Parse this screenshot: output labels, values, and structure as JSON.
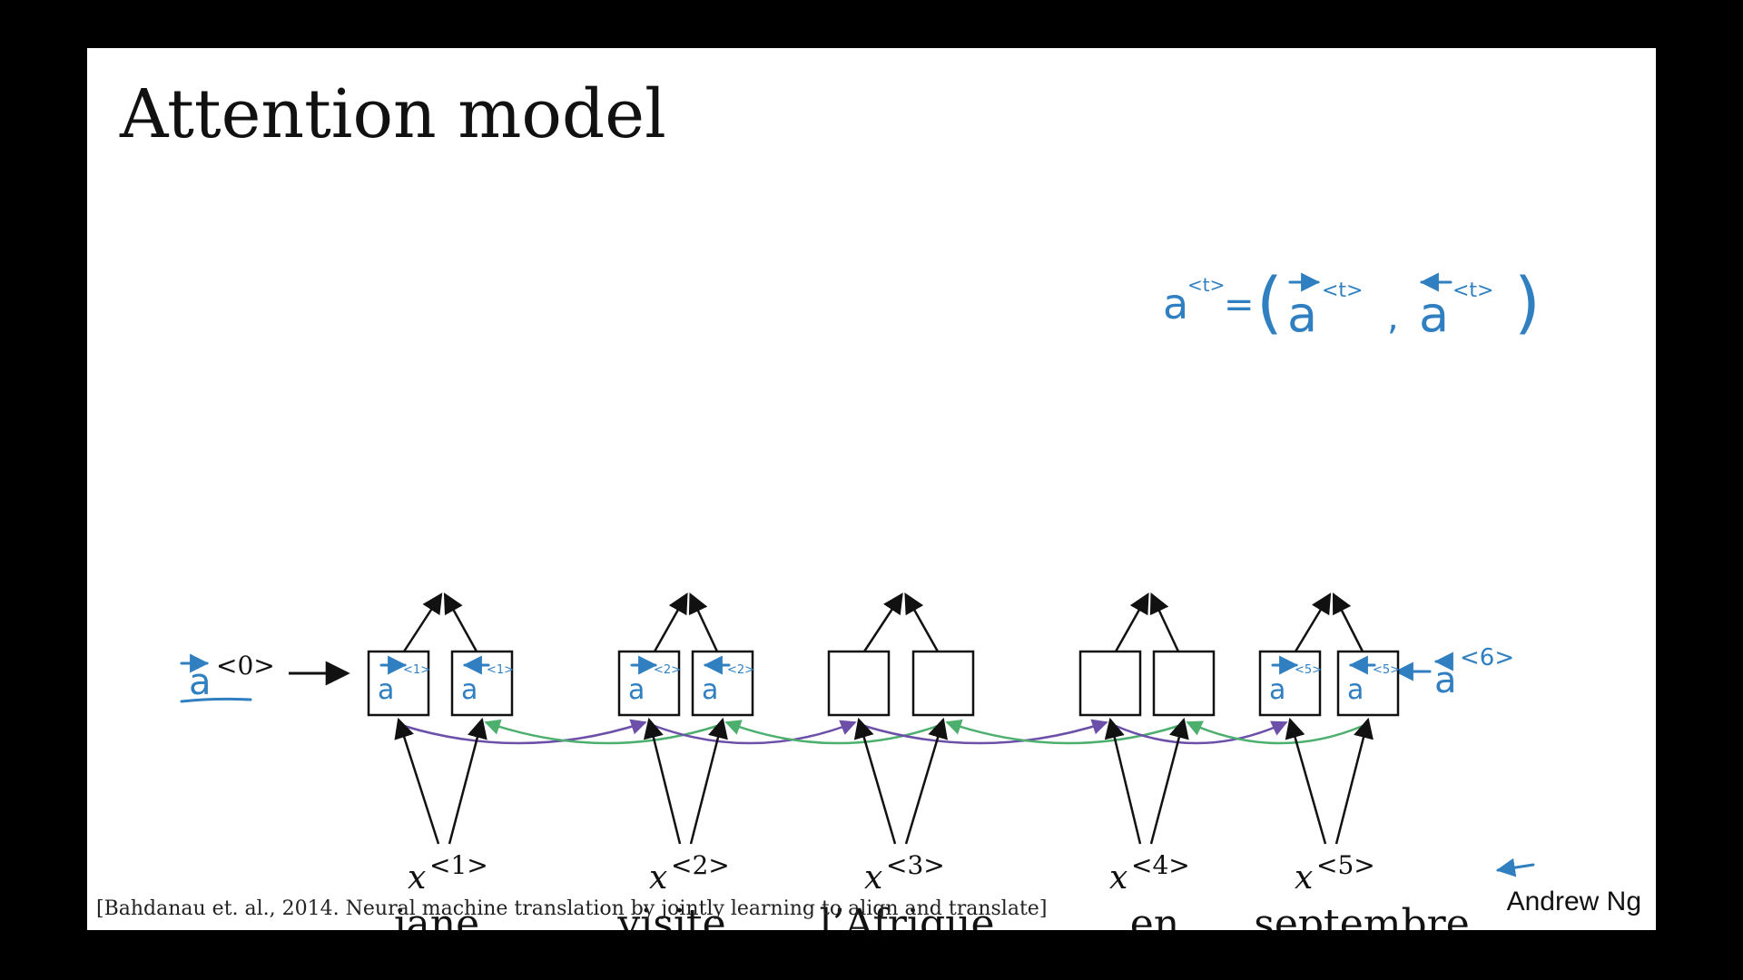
{
  "slide": {
    "title": "Attention model",
    "citation": "[Bahdanau et. al., 2014. Neural machine translation by jointly learning to align and translate]",
    "author": "Andrew Ng"
  },
  "colors": {
    "ink": "#2f7fc1",
    "forward_arrow": "#6b4fa8",
    "backward_arrow": "#4caf6e",
    "box": "#111111"
  },
  "diagram": {
    "formula": {
      "lhs": "a",
      "lhs_sup": "<t>",
      "equals": "=",
      "open": "(",
      "fwd": "a",
      "fwd_sup": "<t>",
      "comma": ",",
      "bwd": "a",
      "bwd_sup": "<t>",
      "close": ")"
    },
    "initial_forward": {
      "symbol": "a",
      "sup": "<0>"
    },
    "initial_backward": {
      "symbol": "a",
      "sup": "<6>"
    },
    "inputs": [
      {
        "x_sup": "<1>",
        "word": "jane"
      },
      {
        "x_sup": "<2>",
        "word": "visite"
      },
      {
        "x_sup": "<3>",
        "word": "l’Afrique"
      },
      {
        "x_sup": "<4>",
        "word": "en"
      },
      {
        "x_sup": "<5>",
        "word": "septembre"
      }
    ],
    "x_symbol": "x",
    "cells": [
      {
        "fwd_label": "a",
        "fwd_sup": "<1>",
        "bwd_label": "a",
        "bwd_sup": "<1>"
      },
      {
        "fwd_label": "a",
        "fwd_sup": "<2>",
        "bwd_label": "a",
        "bwd_sup": "<2>"
      },
      {
        "fwd_label": "",
        "fwd_sup": "",
        "bwd_label": "",
        "bwd_sup": ""
      },
      {
        "fwd_label": "",
        "fwd_sup": "",
        "bwd_label": "",
        "bwd_sup": ""
      },
      {
        "fwd_label": "a",
        "fwd_sup": "<5>",
        "bwd_label": "a",
        "bwd_sup": "<5>"
      }
    ]
  }
}
